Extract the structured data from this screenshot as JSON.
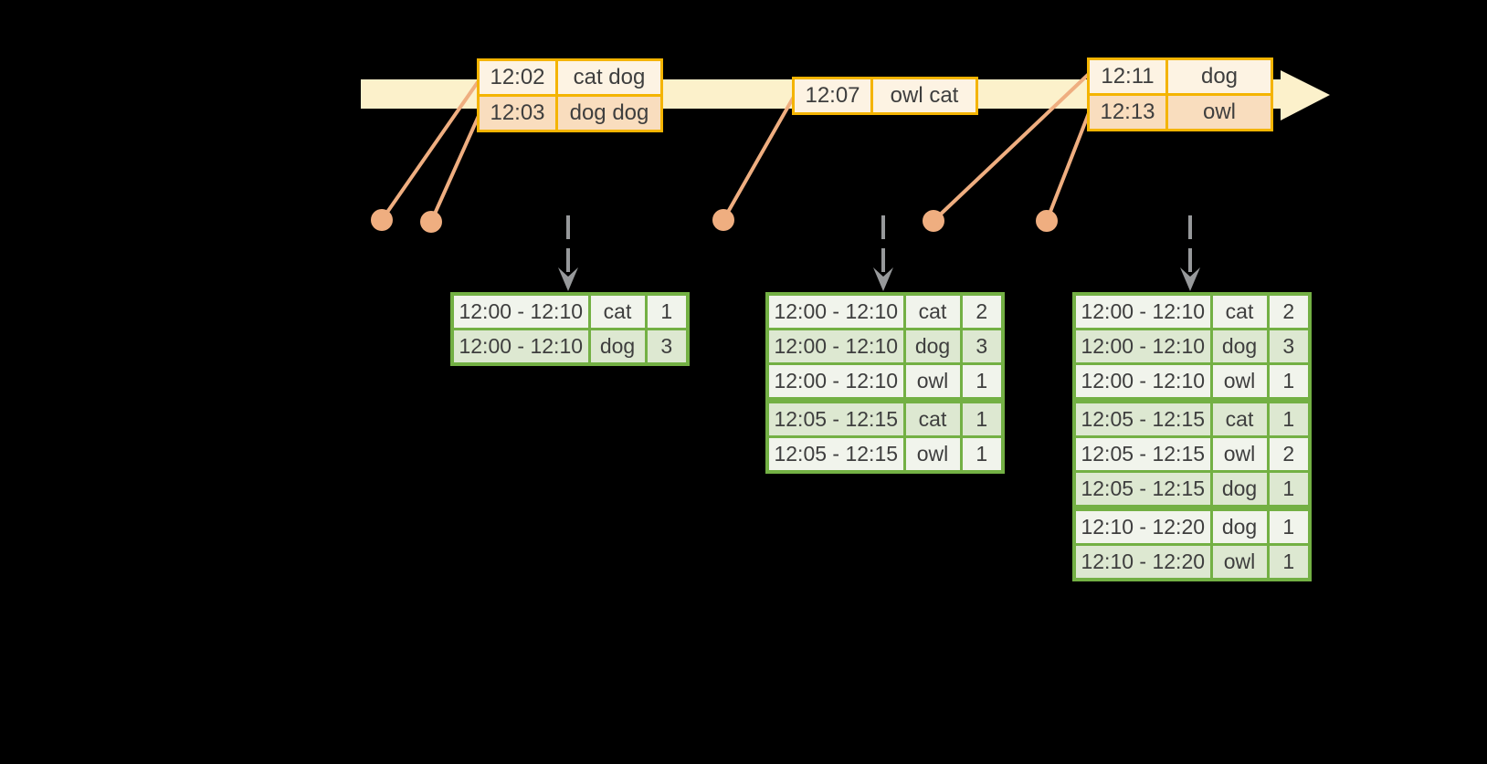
{
  "colors": {
    "background": "#000000",
    "timeline_band": "#FCF1CB",
    "orange_border": "#F4B400",
    "event_row_odd": "#F9DDBE",
    "event_row_even": "#FDF3E3",
    "connector": "#EFAE80",
    "trigger_arrow": "#97999B",
    "green_border": "#73B044",
    "result_row_odd": "#DDE8D1",
    "result_row_even": "#F1F4EC",
    "cell_text": "#3E3E3E"
  },
  "timeline": {
    "events": [
      {
        "time": "12:02",
        "words": "cat dog"
      },
      {
        "time": "12:03",
        "words": "dog dog"
      },
      {
        "time": "12:07",
        "words": "owl cat"
      },
      {
        "time": "12:11",
        "words": "dog"
      },
      {
        "time": "12:13",
        "words": "owl"
      }
    ]
  },
  "event_tables": [
    {
      "rows": [
        {
          "time": "12:02",
          "words": "cat dog"
        },
        {
          "time": "12:03",
          "words": "dog dog"
        }
      ]
    },
    {
      "rows": [
        {
          "time": "12:07",
          "words": "owl cat"
        }
      ]
    },
    {
      "rows": [
        {
          "time": "12:11",
          "words": "dog"
        },
        {
          "time": "12:13",
          "words": "owl"
        }
      ]
    }
  ],
  "result_tables": [
    {
      "rows": [
        {
          "window": "12:00 - 12:10",
          "word": "cat",
          "count": "1"
        },
        {
          "window": "12:00 - 12:10",
          "word": "dog",
          "count": "3"
        }
      ]
    },
    {
      "rows": [
        {
          "window": "12:00 - 12:10",
          "word": "cat",
          "count": "2"
        },
        {
          "window": "12:00 - 12:10",
          "word": "dog",
          "count": "3"
        },
        {
          "window": "12:00 - 12:10",
          "word": "owl",
          "count": "1"
        },
        {
          "window": "12:05 - 12:15",
          "word": "cat",
          "count": "1"
        },
        {
          "window": "12:05 - 12:15",
          "word": "owl",
          "count": "1"
        }
      ]
    },
    {
      "rows": [
        {
          "window": "12:00 - 12:10",
          "word": "cat",
          "count": "2"
        },
        {
          "window": "12:00 - 12:10",
          "word": "dog",
          "count": "3"
        },
        {
          "window": "12:00 - 12:10",
          "word": "owl",
          "count": "1"
        },
        {
          "window": "12:05 - 12:15",
          "word": "cat",
          "count": "1"
        },
        {
          "window": "12:05 - 12:15",
          "word": "owl",
          "count": "2"
        },
        {
          "window": "12:05 - 12:15",
          "word": "dog",
          "count": "1"
        },
        {
          "window": "12:10 - 12:20",
          "word": "dog",
          "count": "1"
        },
        {
          "window": "12:10 - 12:20",
          "word": "owl",
          "count": "1"
        }
      ]
    }
  ]
}
